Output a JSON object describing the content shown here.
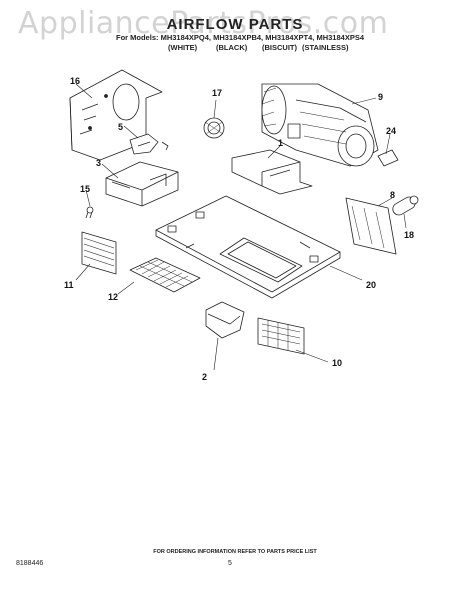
{
  "watermark": "AppliancePartsPros.com",
  "header": {
    "title": "AIRFLOW PARTS",
    "models_line": "For Models: MH3184XPQ4, MH3184XPB4, MH3184XPT4, MH3184XPS4",
    "colors": [
      "(WHITE)",
      "(BLACK)",
      "(BISCUIT)",
      "(STAINLESS)"
    ]
  },
  "callouts": {
    "p1": "1",
    "p2": "2",
    "p3": "3",
    "p5": "5",
    "p8": "8",
    "p9": "9",
    "p10": "10",
    "p11": "11",
    "p12": "12",
    "p15": "15",
    "p16": "16",
    "p17": "17",
    "p18": "18",
    "p20": "20",
    "p24": "24"
  },
  "footer": {
    "ordering_note": "FOR ORDERING INFORMATION REFER TO PARTS PRICE LIST",
    "doc_number": "8188446",
    "page_number": "5"
  },
  "colors": {
    "line": "#222222",
    "watermark": "#afafaf"
  }
}
